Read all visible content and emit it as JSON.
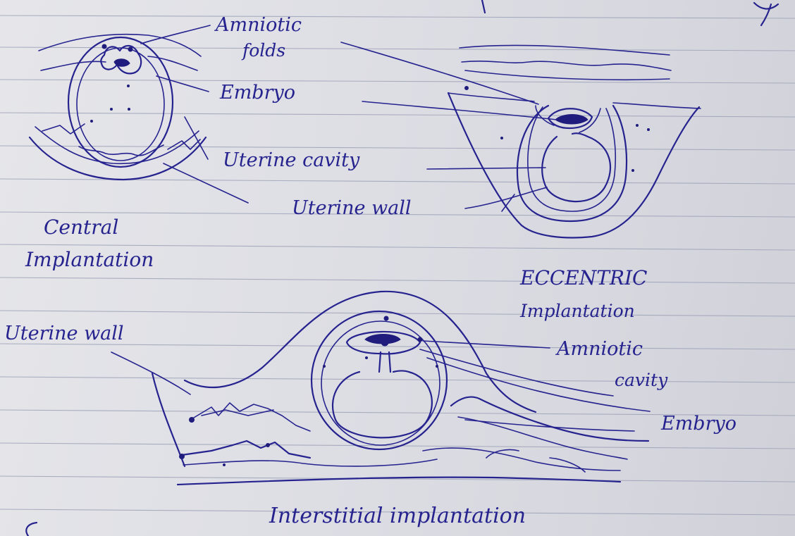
{
  "ink_color": "#26238f",
  "paper_line_color": "#9ea3b8",
  "labels": {
    "amniotic_folds_line1": "Amniotic",
    "amniotic_folds_line2": "folds",
    "embryo_top": "Embryo",
    "uterine_cavity": "Uterine cavity",
    "uterine_wall_top": "Uterine wall",
    "central_title_line1": "Central",
    "central_title_line2": "Implantation",
    "eccentric_title_line1": "ECCENTRIC",
    "eccentric_title_line2": "Implantation",
    "uterine_wall_left": "Uterine wall",
    "amniotic_cavity_line1": "Amniotic",
    "amniotic_cavity_line2": "cavity",
    "embryo_bottom": "Embryo",
    "interstitial_title": "Interstitial implantation"
  }
}
